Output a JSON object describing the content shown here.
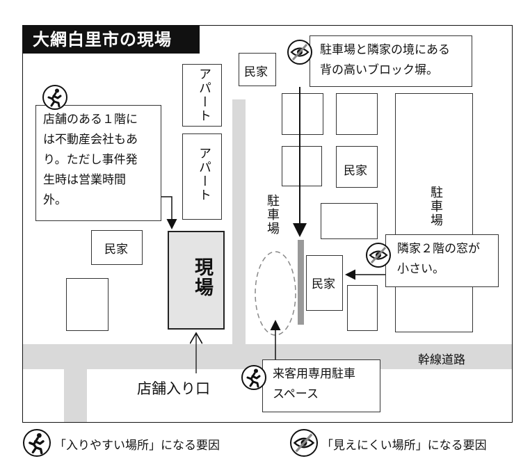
{
  "title": "大網白里市の現場",
  "buildings": {
    "minka_top": "民家",
    "apart_1": "アパート",
    "apart_2": "アパート",
    "minka_left": "民家",
    "minka_right_grid": "民家",
    "minka_near_lot": "民家"
  },
  "site_label": "現場",
  "parking_left": "駐車場",
  "parking_right": "駐車場",
  "road_name": "幹線道路",
  "entrance": "店舗入り口",
  "callouts": {
    "left_store": [
      "店舗のある１階に",
      "は不動産会社もあ",
      "り。ただし事件発",
      "生時は営業時間",
      "外。"
    ],
    "wall": [
      "駐車場と隣家の境にある",
      "背の高いブロック塀。"
    ],
    "window": [
      "隣家２階の窓が",
      "小さい。"
    ],
    "customer_parking": [
      "来客用専用駐車",
      "スペース"
    ]
  },
  "icons": {
    "enter_easy": "running-person-icon",
    "hard_to_see": "crossed-eye-icon"
  },
  "legend": {
    "enter_easy": "「入りやすい場所」になる要因",
    "hard_to_see": "「見えにくい場所」になる要因"
  }
}
